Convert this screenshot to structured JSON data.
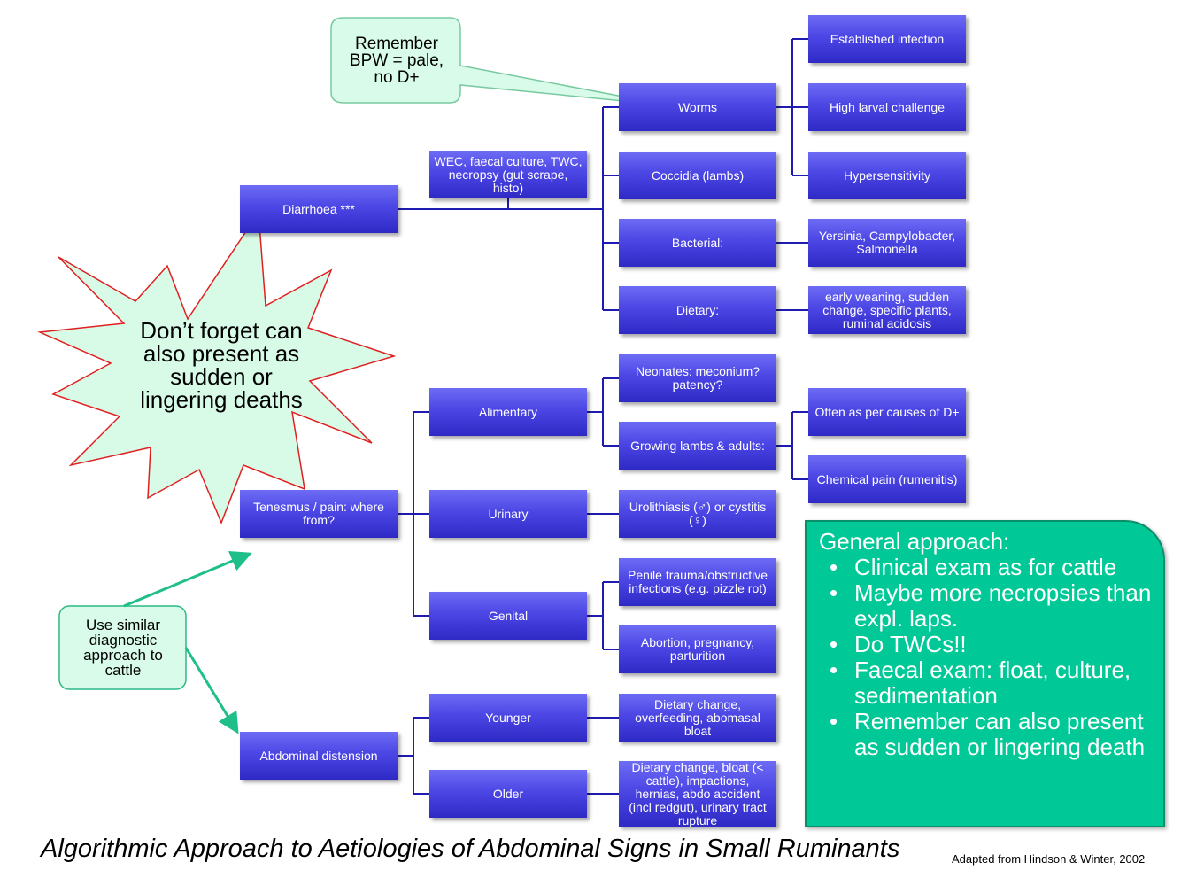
{
  "callouts": {
    "bpw": "Remember BPW = pale, no D+",
    "deaths": "Don’t forget can also present as sudden or lingering deaths",
    "cattle": "Use similar diagnostic approach to cattle"
  },
  "nodes": {
    "diarrhoea": "Diarrhoea ***",
    "tests": "WEC, faecal culture, TWC, necropsy (gut scrape, histo)",
    "worms": "Worms",
    "coccidia": "Coccidia (lambs)",
    "bacterial": "Bacterial:",
    "dietary": "Dietary:",
    "established": "Established infection",
    "larval": "High larval challenge",
    "hypersens": "Hypersensitivity",
    "yersinia": "Yersinia, Campylobacter, Salmonella",
    "weaning": "early weaning, sudden change, specific plants, ruminal acidosis",
    "tenesmus": "Tenesmus / pain: where from?",
    "alimentary": "Alimentary",
    "urinary": "Urinary",
    "genital": "Genital",
    "neonates": "Neonates: meconium? patency?",
    "growing": "Growing lambs & adults:",
    "often": "Often as per causes of D+",
    "chemical": "Chemical pain (rumenitis)",
    "urolith": "Urolithiasis (♂) or cystitis (♀)",
    "penile": "Penile trauma/obstructive infections (e.g. pizzle rot)",
    "abortion": "Abortion, pregnancy, parturition",
    "abdominal": "Abdominal distension",
    "younger": "Younger",
    "older": "Older",
    "dietary_young": "Dietary change, overfeeding, abomasal bloat",
    "dietary_old": "Dietary change, bloat (< cattle), impactions, hernias, abdo accident (incl redgut), urinary tract rupture"
  },
  "general": {
    "title": "General approach:",
    "items": [
      "Clinical exam as for cattle",
      "Maybe more necropsies than expl. laps.",
      "Do TWCs!!",
      "Faecal exam: float, culture, sedimentation",
      "Remember can also present as sudden or lingering death"
    ]
  },
  "caption": "Algorithmic Approach to Aetiologies of Abdominal Signs in Small Ruminants",
  "credit": "Adapted from Hindson & Winter, 2002",
  "colors": {
    "box": "#4b46e4",
    "connector": "#1f1bb0",
    "callout_fill": "#d9fbe9",
    "callout_stroke": "#79c9a0",
    "star_fill": "#d8fbe8",
    "star_stroke": "#e02020",
    "arrow": "#1fbf8a",
    "general_fill": "#00c896"
  }
}
